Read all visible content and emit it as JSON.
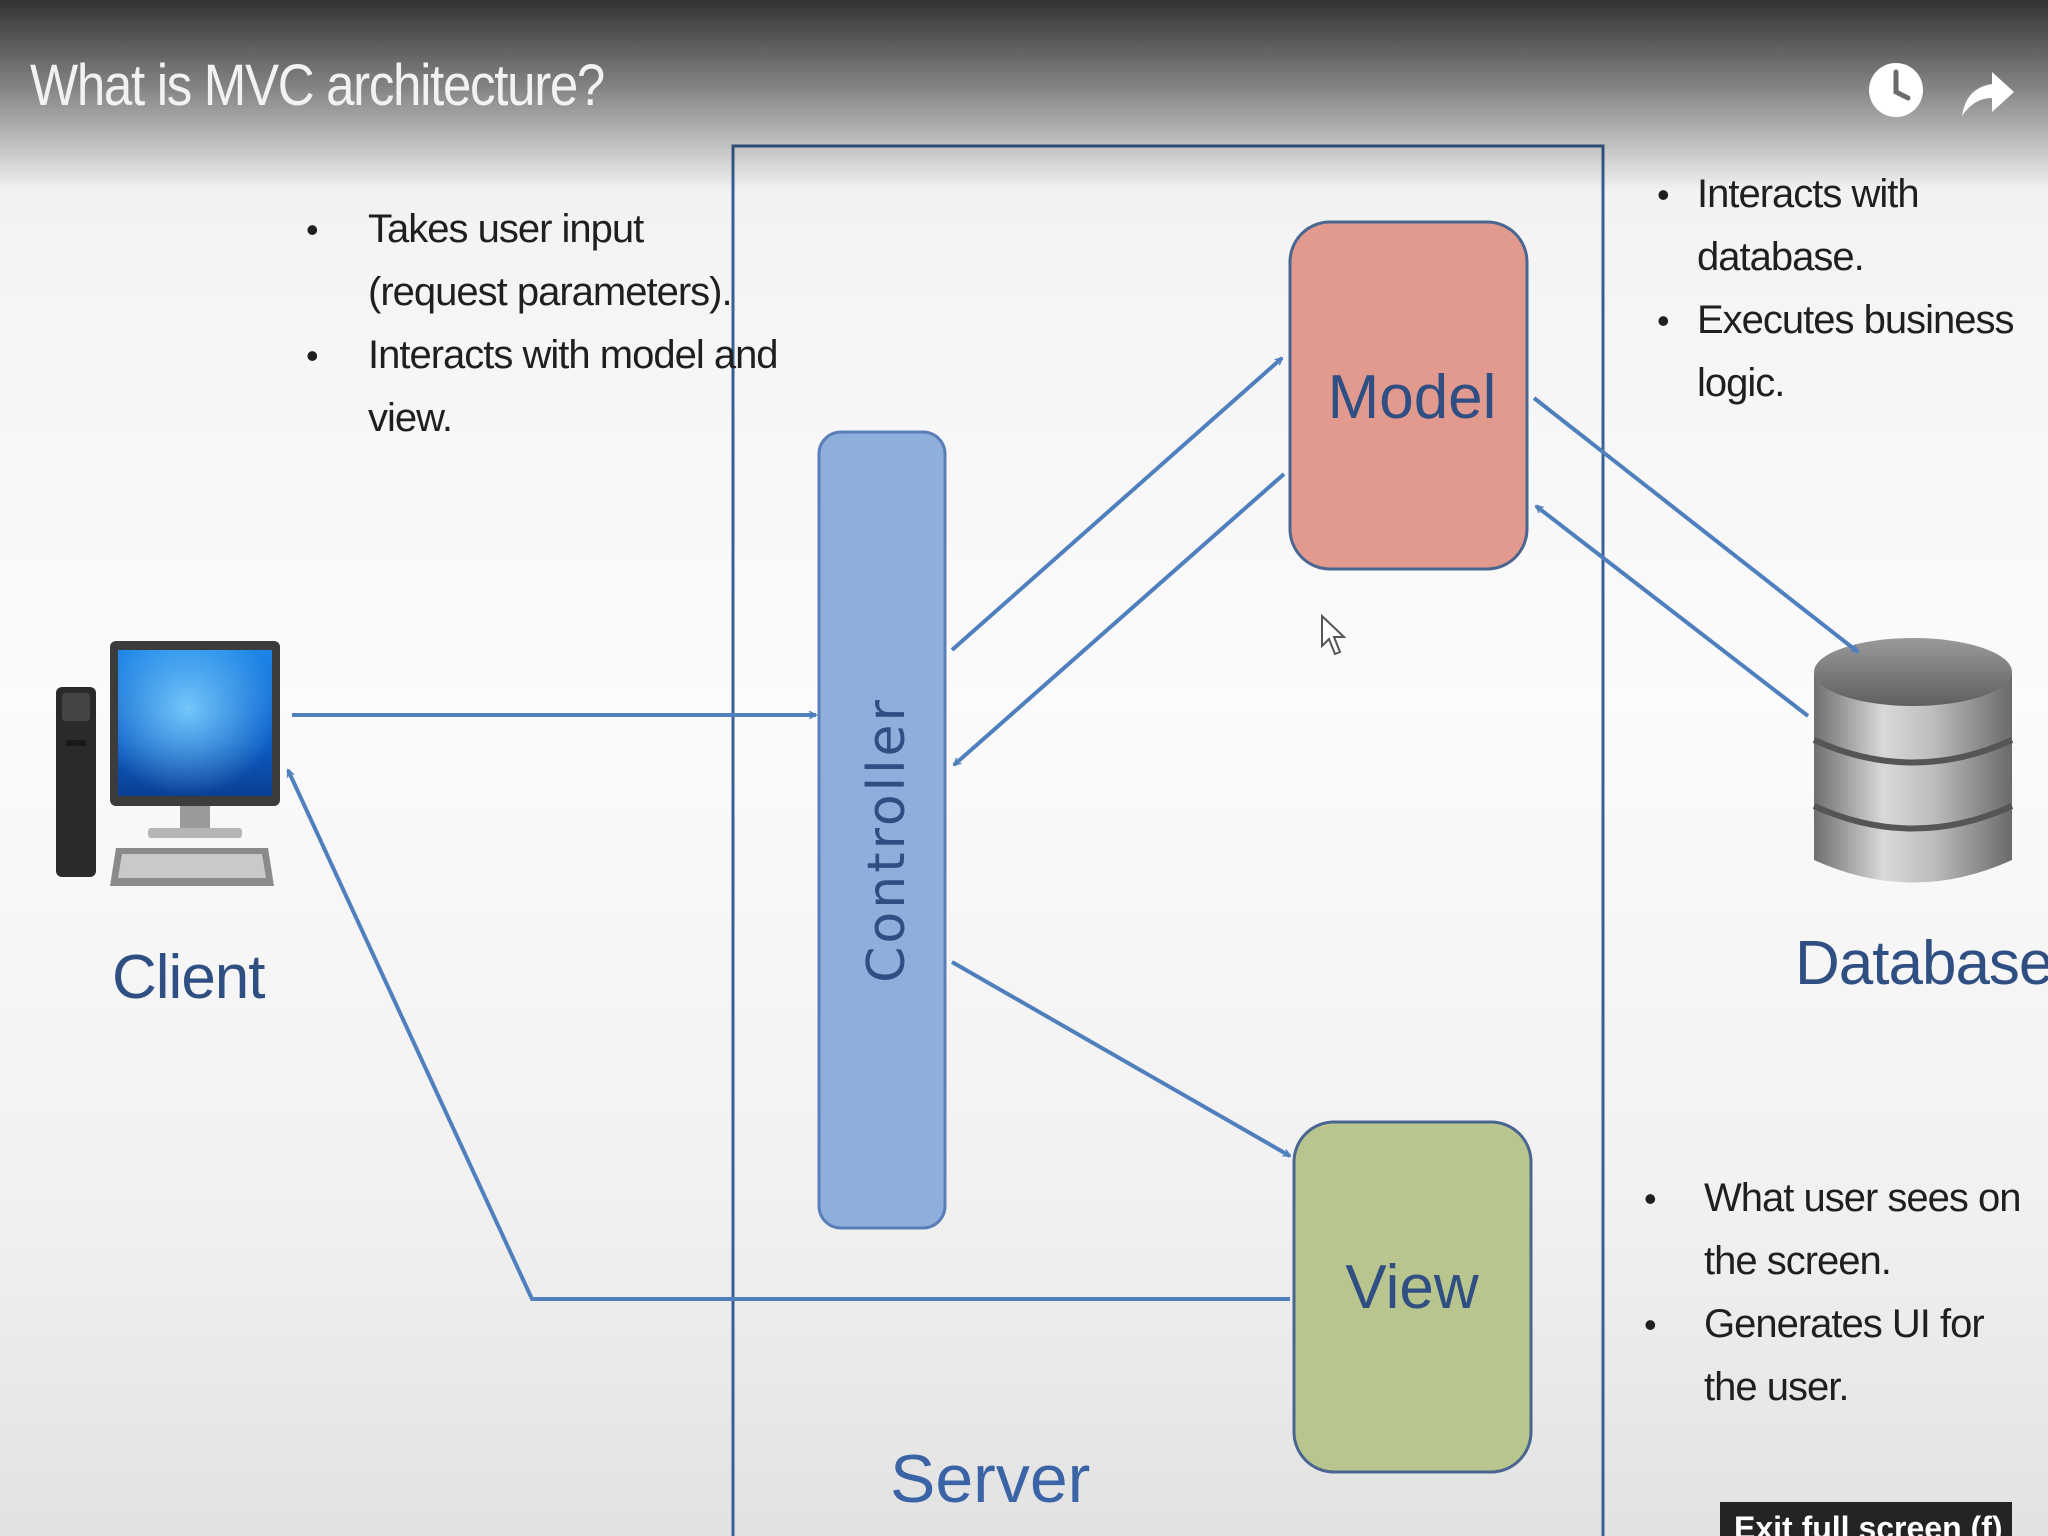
{
  "video": {
    "title": "What is MVC architecture?",
    "watch_later_icon": "clock-icon",
    "share_icon": "share-arrow-icon",
    "exit_fullscreen_label": "Exit full screen (f)"
  },
  "diagram": {
    "nodes": {
      "client": "Client",
      "controller": "Controller",
      "model": "Model",
      "view": "View",
      "database": "Database",
      "server": "Server"
    },
    "notes": {
      "controller": [
        "Takes user input (request parameters).",
        "Interacts with model and view."
      ],
      "model": [
        "Interacts with database.",
        "Executes business logic."
      ],
      "view": [
        "What user sees on the screen.",
        "Generates UI for the user."
      ]
    },
    "colors": {
      "controller_fill": "#8eaedb",
      "model_fill": "#e29a8e",
      "view_fill": "#b8c58e",
      "arrow": "#4f7fbd",
      "label": "#2f4e82"
    },
    "edges": [
      {
        "from": "Client",
        "to": "Controller"
      },
      {
        "from": "Controller",
        "to": "Model"
      },
      {
        "from": "Model",
        "to": "Controller"
      },
      {
        "from": "Model",
        "to": "Database"
      },
      {
        "from": "Database",
        "to": "Model"
      },
      {
        "from": "Controller",
        "to": "View"
      },
      {
        "from": "View",
        "to": "Client"
      }
    ]
  }
}
